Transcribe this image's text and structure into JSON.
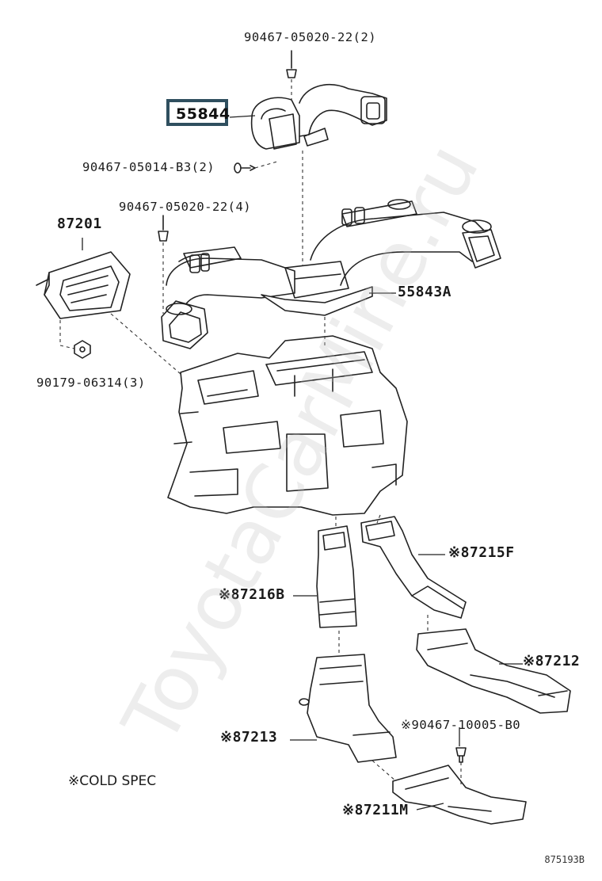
{
  "diagram": {
    "parts": {
      "p55844": "55844",
      "bolt_90467_05020_22_2": "90467-05020-22(2)",
      "clip_90467_05014_b3_2": "90467-05014-B3(2)",
      "bolt_90467_05020_22_4": "90467-05020-22(4)",
      "p87201": "87201",
      "p55843a": "55843A",
      "nut_90179_06314_3": "90179-06314(3)",
      "p87215f": "※87215F",
      "p87216b": "※87216B",
      "p87212": "※87212",
      "clip_90467_10005_b0": "※90467-10005-B0",
      "p87213": "※87213",
      "p87211m": "※87211M"
    },
    "footnote": "※COLD SPEC",
    "illustration_code": "875193B",
    "watermark": "ToyotaCarMine.ru"
  }
}
